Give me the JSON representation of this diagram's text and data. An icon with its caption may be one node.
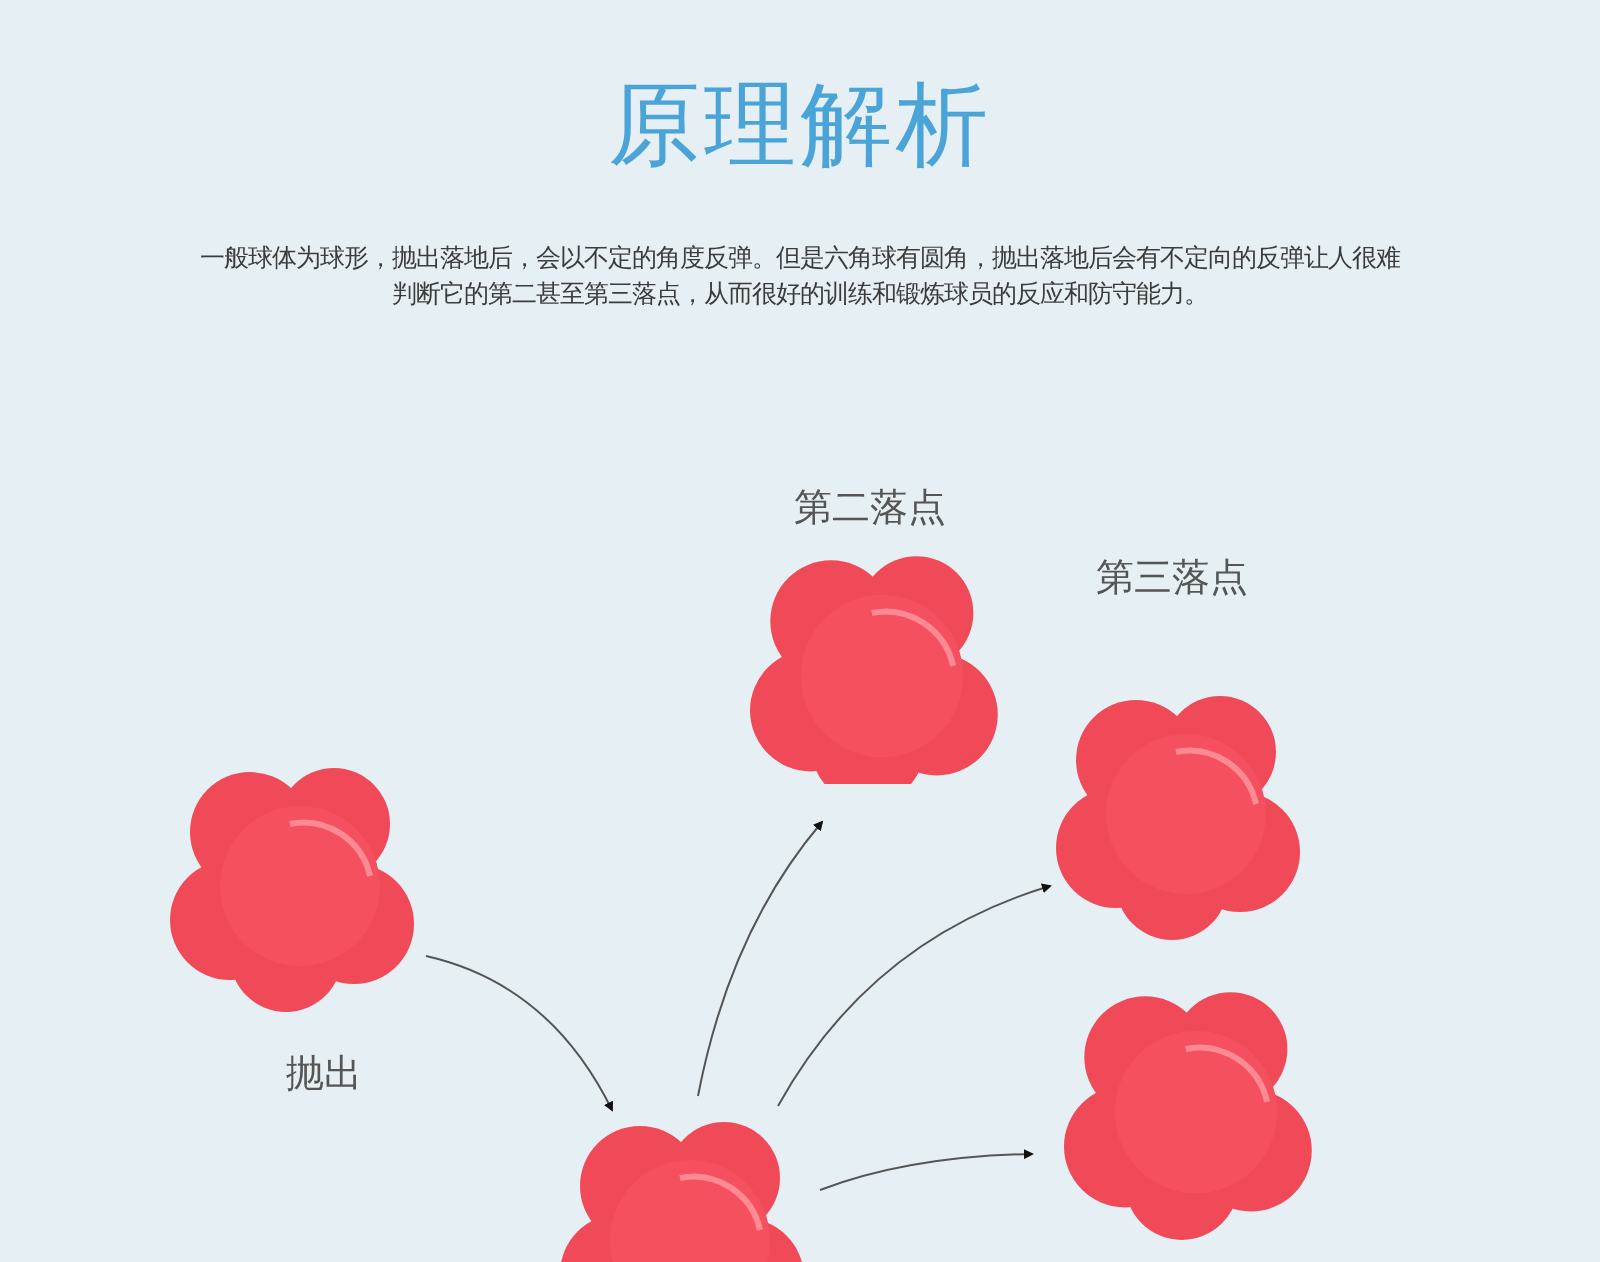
{
  "diagram": {
    "title": "原理解析",
    "nodes": [
      {
        "text": [],
        "shape": "picture",
        "beside": [
          "抛出"
        ]
      },
      {
        "text": [],
        "shape": "picture"
      },
      {
        "text": [],
        "shape": "picture",
        "beside": [
          "第二落点"
        ]
      },
      {
        "text": [],
        "shape": "picture",
        "beside": [
          "第三落点"
        ]
      },
      {
        "text": [],
        "shape": "picture"
      }
    ],
    "edges": [
      {
        "from": 0,
        "to": 1,
        "arrow": "to"
      },
      {
        "from": 1,
        "to": 2,
        "arrow": "to"
      },
      {
        "from": 1,
        "to": 3,
        "arrow": "to"
      },
      {
        "from": 1,
        "to": 4,
        "arrow": "to"
      }
    ],
    "labels": [
      "一般球体为球形，抛出落地后，会以不定的角度反弹。但是六角球有圆角，抛出落地后会有不定向的反弹让人很难判断它的第二甚至第三落点，从而很好的训练和锻炼球员的反应和防守能力。"
    ]
  }
}
